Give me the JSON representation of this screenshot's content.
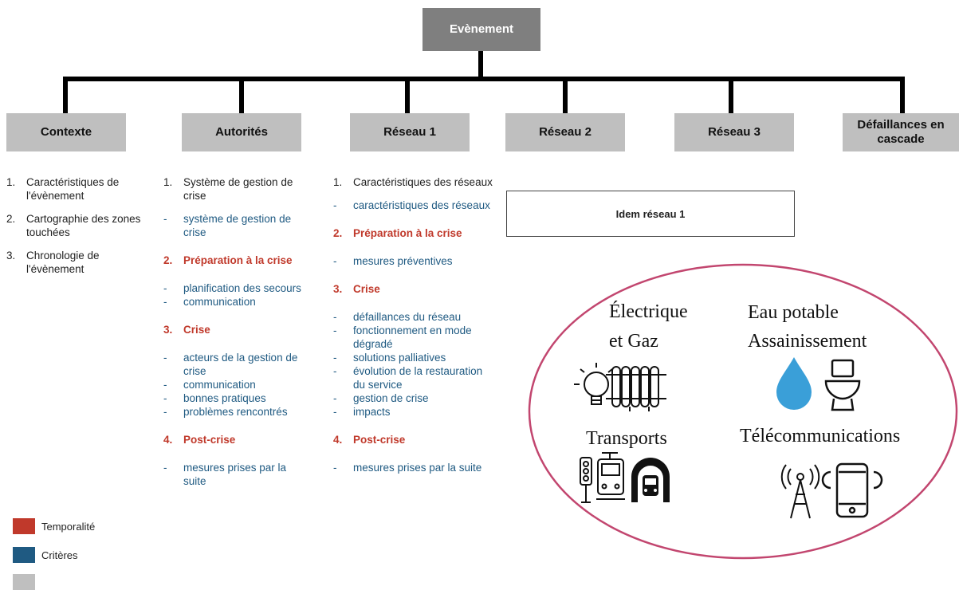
{
  "root": "Evènement",
  "nodes": [
    {
      "label": "Contexte"
    },
    {
      "label": "Autorités"
    },
    {
      "label": "Réseau 1"
    },
    {
      "label": "Réseau 2"
    },
    {
      "label": "Réseau 3"
    },
    {
      "label": "Défaillances en cascade"
    }
  ],
  "contexte": {
    "items": [
      {
        "marker": "1.",
        "text": "Caractéristiques de l'évènement"
      },
      {
        "marker": "2.",
        "text": "Cartographie des zones touchées"
      },
      {
        "marker": "3.",
        "text": "Chronologie de l'évènement"
      }
    ]
  },
  "autorites": {
    "s1_title": {
      "marker": "1.",
      "text": "Système de gestion de crise"
    },
    "s1_items": [
      {
        "marker": "-",
        "text": "système de gestion de crise"
      }
    ],
    "s2_title": {
      "marker": "2.",
      "text": "Préparation à la crise"
    },
    "s2_items": [
      {
        "marker": "-",
        "text": "planification des secours"
      },
      {
        "marker": "-",
        "text": "communication"
      }
    ],
    "s3_title": {
      "marker": "3.",
      "text": "Crise"
    },
    "s3_items": [
      {
        "marker": "-",
        "text": "acteurs de la gestion de crise"
      },
      {
        "marker": "-",
        "text": "communication"
      },
      {
        "marker": "-",
        "text": "bonnes pratiques"
      },
      {
        "marker": "-",
        "text": "problèmes rencontrés"
      }
    ],
    "s4_title": {
      "marker": "4.",
      "text": "Post-crise"
    },
    "s4_items": [
      {
        "marker": "-",
        "text": "mesures prises par la suite"
      }
    ]
  },
  "reseau1": {
    "s1_title": {
      "marker": "1.",
      "text": "Caractéristiques des réseaux"
    },
    "s1_items": [
      {
        "marker": "-",
        "text": "caractéristiques des réseaux"
      }
    ],
    "s2_title": {
      "marker": "2.",
      "text": "Préparation à la crise"
    },
    "s2_items": [
      {
        "marker": "-",
        "text": "mesures préventives"
      }
    ],
    "s3_title": {
      "marker": "3.",
      "text": "Crise"
    },
    "s3_items": [
      {
        "marker": "-",
        "text": "défaillances du réseau"
      },
      {
        "marker": "-",
        "text": "fonctionnement en mode dégradé"
      },
      {
        "marker": "-",
        "text": "solutions palliatives"
      },
      {
        "marker": "-",
        "text": "évolution de la restauration du service"
      },
      {
        "marker": "-",
        "text": "gestion de crise"
      },
      {
        "marker": "-",
        "text": "impacts"
      }
    ],
    "s4_title": {
      "marker": "4.",
      "text": "Post-crise"
    },
    "s4_items": [
      {
        "marker": "-",
        "text": "mesures prises par la suite"
      }
    ]
  },
  "idem": "Idem réseau 1",
  "categories": {
    "elec_line1": "Électrique",
    "elec_line2": "et Gaz",
    "eau_line1": "Eau potable",
    "eau_line2": "Assainissement",
    "transports": "Transports",
    "telecom": "Télécommunications"
  },
  "legend": [
    {
      "label": "Temporalité",
      "color": "#c0392b"
    },
    {
      "label": "Critères",
      "color": "#1f5a82"
    }
  ],
  "colors": {
    "root_box": "#7f7f7f",
    "node_box": "#bfbfbf",
    "ellipse": "#c2466f",
    "water": "#3a9fd8"
  }
}
